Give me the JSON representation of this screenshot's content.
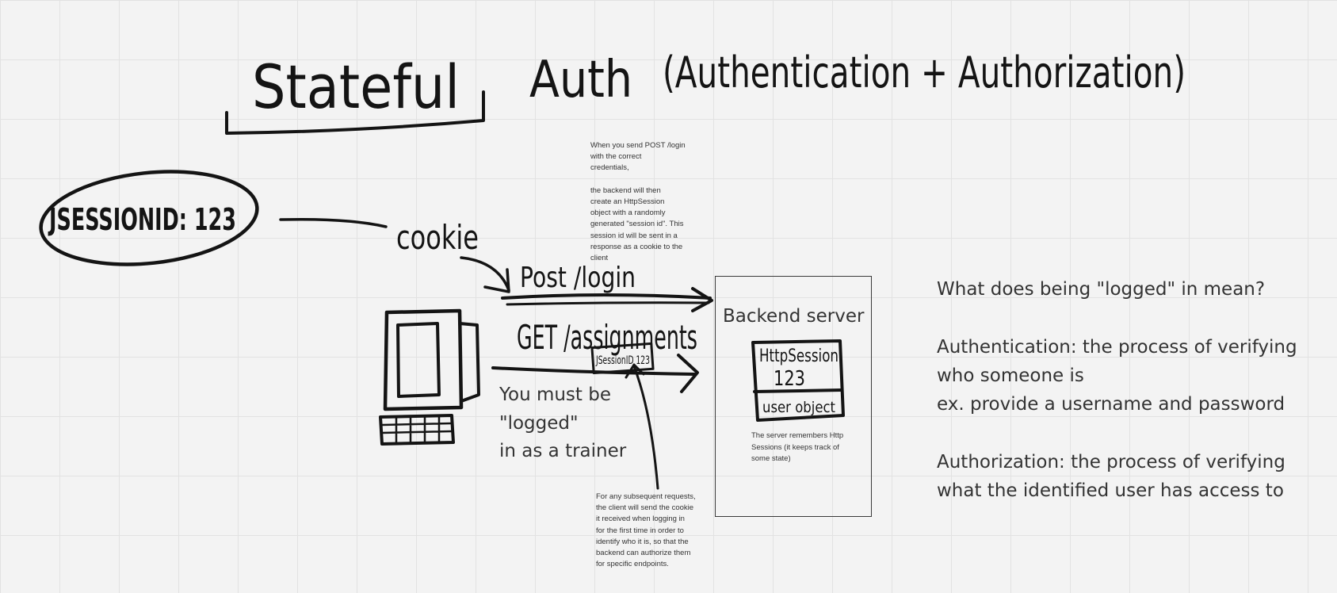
{
  "title": {
    "stateful": "Stateful",
    "auth": "Auth",
    "subtitle": "(Authentication + Authorization)"
  },
  "cookie_bubble": {
    "text": "JSESSIONID: 123",
    "label": "cookie"
  },
  "requests": {
    "post_label": "Post /login",
    "get_label": "GET /assignments",
    "get_tag": "JSessionID 123"
  },
  "notes": {
    "login_note": "When you send POST /login\nwith the correct\ncredentials,\n\nthe backend will then\ncreate an HttpSession\nobject with a randomly\ngenerated \"session id\". This\nsession id will be sent in a\nresponse as a cookie to the\nclient",
    "subsequent_note": "For any subsequent requests,\nthe client will send the cookie\nit received when logging in\nfor the first time in order to\nidentify who it is, so that the\nbackend can authorize them\nfor specific endpoints.",
    "server_note": "The server remembers Http\nSessions (it keeps track of\nsome state)"
  },
  "must_be_logged": {
    "line1": "You must be",
    "line2": "\"logged\"",
    "line3": "in as a trainer"
  },
  "server": {
    "label": "Backend server",
    "session_header": "HttpSession",
    "session_id": "123",
    "user_object": "user object"
  },
  "definitions": {
    "question": "What does being \"logged\" in mean?",
    "authentication_line1": "Authentication: the process of verifying",
    "authentication_line2": "who someone is",
    "authentication_example": "ex. provide a username and password",
    "authorization_line1": "Authorization: the process of verifying",
    "authorization_line2": "what the identified user has access to"
  }
}
